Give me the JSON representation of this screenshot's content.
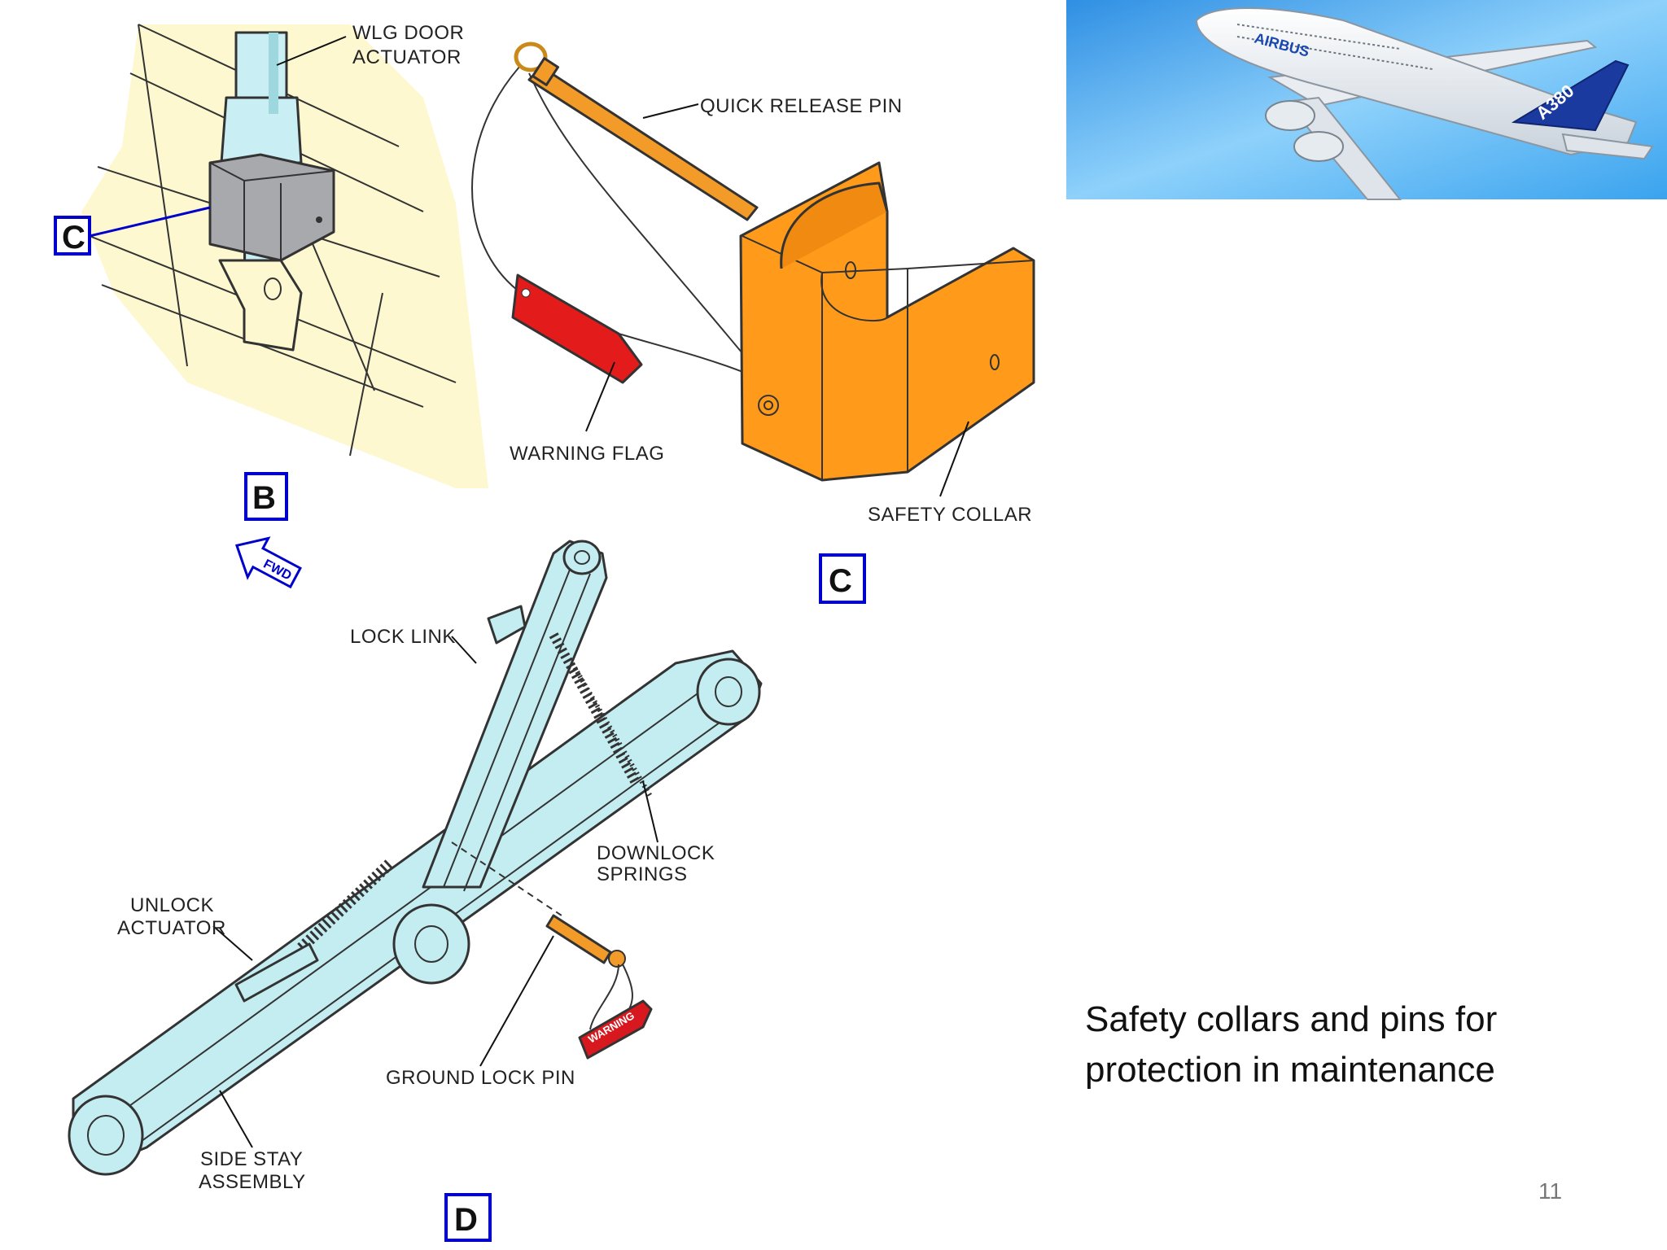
{
  "labels": {
    "wlg_door_actuator": [
      "WLG DOOR",
      "ACTUATOR"
    ],
    "quick_release_pin": "QUICK RELEASE PIN",
    "warning_flag": "WARNING FLAG",
    "safety_collar": "SAFETY COLLAR",
    "lock_link": "LOCK LINK",
    "downlock_springs": [
      "DOWNLOCK",
      "SPRINGS"
    ],
    "unlock_actuator": [
      "UNLOCK",
      "ACTUATOR"
    ],
    "ground_lock_pin": "GROUND LOCK PIN",
    "side_stay_assembly": [
      "SIDE STAY",
      "ASSEMBLY"
    ],
    "warning_tag_text": "WARNING",
    "fwd_arrow": "FWD"
  },
  "view_letters": {
    "b": "B",
    "c_ref": "C",
    "c": "C",
    "d": "D"
  },
  "photo": {
    "brand": "AIRBUS",
    "model": "A380"
  },
  "caption": [
    "Safety collars and pins for",
    "protection in maintenance"
  ],
  "page_number": "11",
  "colors": {
    "panel_bg": "#fdf8cf",
    "actuator_blue": "#c9eef3",
    "collar_gray": "#a7a9ad",
    "collar_orange": "#ff9a1a",
    "warning_red": "#e41b1b",
    "side_stay_cyan": "#c4edf1",
    "callout_blue": "#0000cc",
    "sky_blue": "#3fa6ee"
  }
}
